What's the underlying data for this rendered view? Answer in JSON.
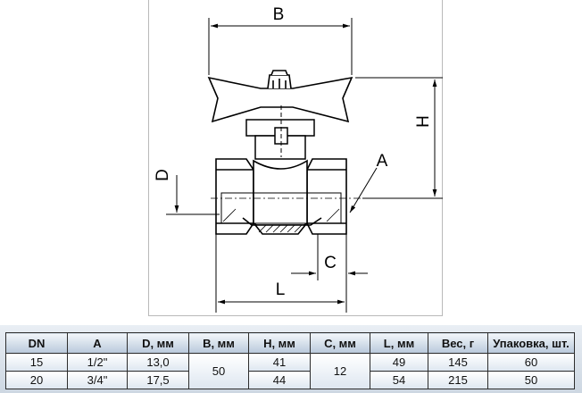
{
  "drawing": {
    "labels": {
      "B": "B",
      "H": "H",
      "D": "D",
      "A": "A",
      "C": "C",
      "L": "L"
    }
  },
  "table": {
    "headers": [
      "DN",
      "A",
      "D, мм",
      "B, мм",
      "H, мм",
      "C, мм",
      "L, мм",
      "Вес, г",
      "Упаковка, шт."
    ],
    "rows": [
      {
        "dn": "15",
        "a": "1/2\"",
        "d": "13,0",
        "h": "41",
        "l": "49",
        "weight": "145",
        "pack": "60"
      },
      {
        "dn": "20",
        "a": "3/4\"",
        "d": "17,5",
        "h": "44",
        "l": "54",
        "weight": "215",
        "pack": "50"
      }
    ],
    "b_shared": "50",
    "c_shared": "12"
  }
}
